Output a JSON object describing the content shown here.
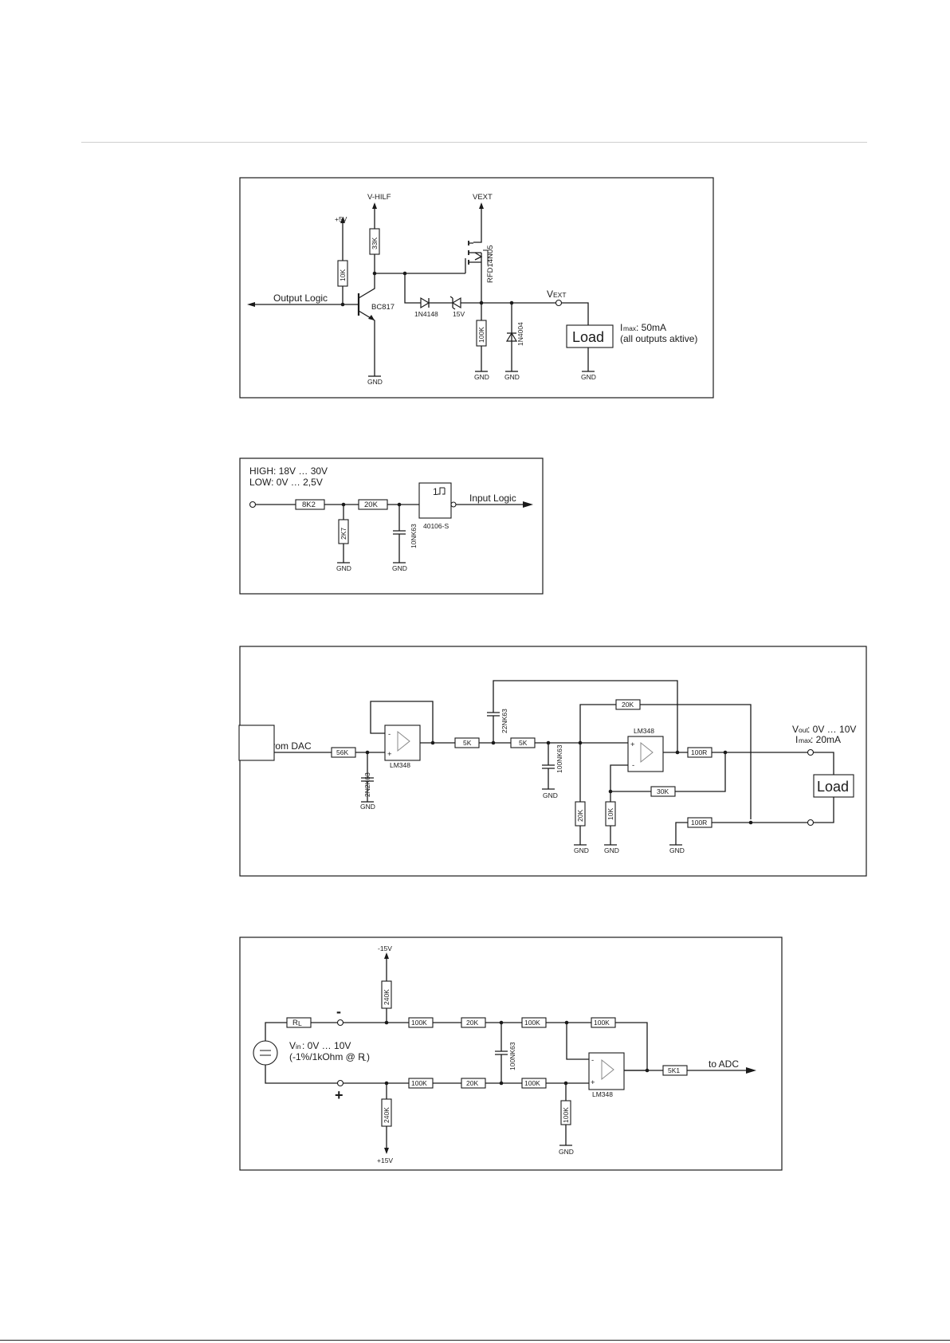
{
  "circuit_output": {
    "v_hilf": "V-HILF",
    "vext_top": "VEXT",
    "plus5v": "+5V",
    "r10k": "10K",
    "r33k": "33K",
    "input_label": "Output Logic",
    "transistor": "BC817",
    "mosfet": "RFD14N05",
    "diode1": "1N4148",
    "zener": "15V",
    "r100k": "100K",
    "diode2": "1N4004",
    "vext_main": "V",
    "vext_sub": "EXT",
    "load": "Load",
    "imax_main": "I",
    "imax_sub": "max",
    "imax_value": ": 50mA",
    "imax_note": "(all outputs aktive)",
    "gnd": "GND"
  },
  "circuit_input": {
    "high": "HIGH: 18V … 30V",
    "low": "LOW:    0V … 2,5V",
    "r8k2": "8K2",
    "r20k": "20K",
    "r2k7": "2K7",
    "cap": "10NK63",
    "gate_symbol": "1",
    "ic": "40106-S",
    "output_label": "Input Logic",
    "gnd": "GND"
  },
  "circuit_dac": {
    "input_label": "from DAC",
    "r56k": "56K",
    "c2n2": "2N2K63",
    "opamp1": "LM348",
    "minus": "-",
    "plus": "+",
    "r5k_a": "5K",
    "r5k_b": "5K",
    "c22n": "22NK63",
    "c100n": "100NK63",
    "r20k_top": "20K",
    "opamp2": "LM348",
    "r100r_a": "100R",
    "r30k": "30K",
    "r20k_left": "20K",
    "r10k": "10K",
    "r100r_b": "100R",
    "vout_main": "V",
    "vout_sub": "out",
    "vout_value": ": 0V … 10V",
    "imax_main": "I",
    "imax_sub": "max",
    "imax_value": ": 20mA",
    "load": "Load",
    "gnd": "GND"
  },
  "circuit_adc": {
    "minus15v": "-15V",
    "plus15v": "+15V",
    "r240k_top": "240K",
    "r240k_bot": "240K",
    "rl_main": "R",
    "rl_sub": "L",
    "minus_sign": "-",
    "plus_sign": "+",
    "vin_main": "V",
    "vin_sub": "in",
    "vin_value": ": 0V … 10V",
    "vin_note_a": "(-1%/1kOhm @ R",
    "vin_note_sub": "L",
    "vin_note_b": ")",
    "r100k_1": "100K",
    "r20k_1": "20K",
    "r100k_2": "100K",
    "r100k_3": "100K",
    "r100k_4": "100K",
    "r20k_2": "20K",
    "r100k_5": "100K",
    "r100k_6": "100K",
    "cap": "100NK63",
    "opamp": "LM348",
    "minus": "-",
    "plus": "+",
    "r5k1": "5K1",
    "output_label": "to ADC",
    "gnd": "GND"
  }
}
